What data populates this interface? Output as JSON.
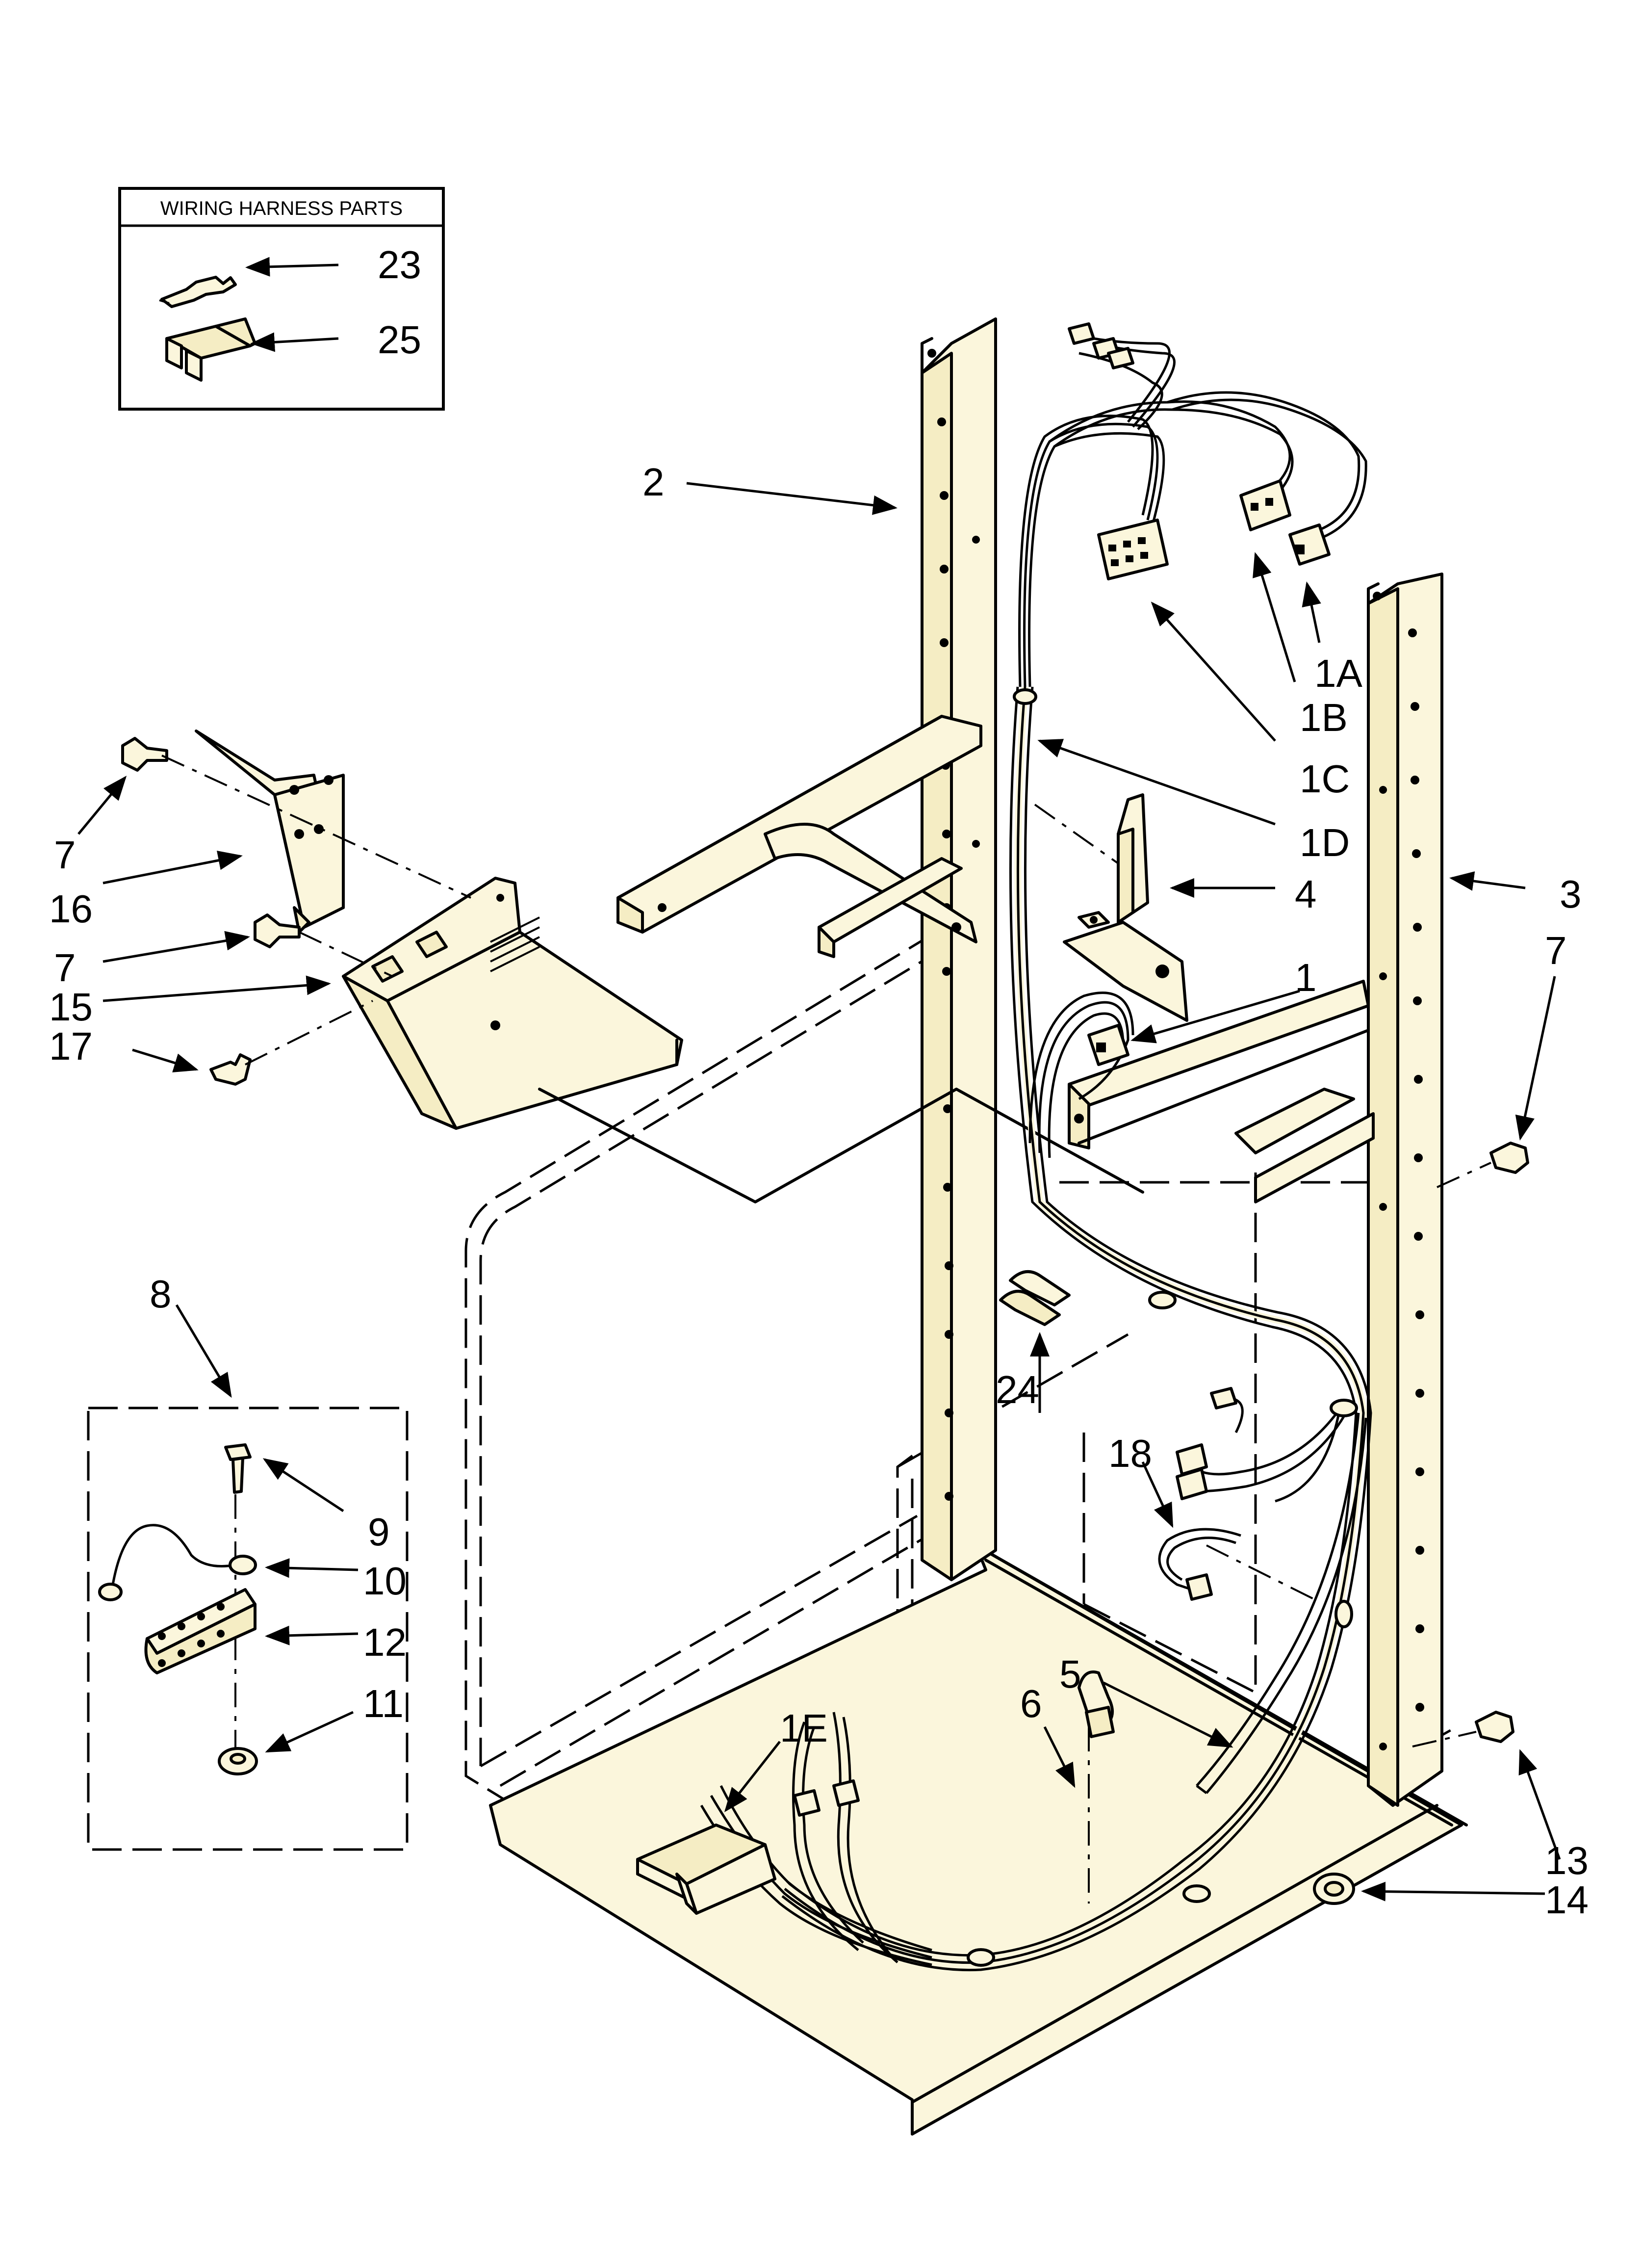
{
  "inset_box": {
    "title": "WIRING HARNESS PARTS"
  },
  "callouts": {
    "c23": "23",
    "c25": "25",
    "c2": "2",
    "c1A": "1A",
    "c1B": "1B",
    "c1C": "1C",
    "c1D": "1D",
    "c4": "4",
    "c3": "3",
    "c7a": "7",
    "c16": "16",
    "c7b": "7",
    "c15": "15",
    "c17": "17",
    "c7c": "7",
    "c1": "1",
    "c8": "8",
    "c24": "24",
    "c18": "18",
    "c9": "9",
    "c10": "10",
    "c12": "12",
    "c11": "11",
    "c5": "5",
    "c6": "6",
    "c1E": "1E",
    "c13": "13",
    "c14": "14"
  }
}
